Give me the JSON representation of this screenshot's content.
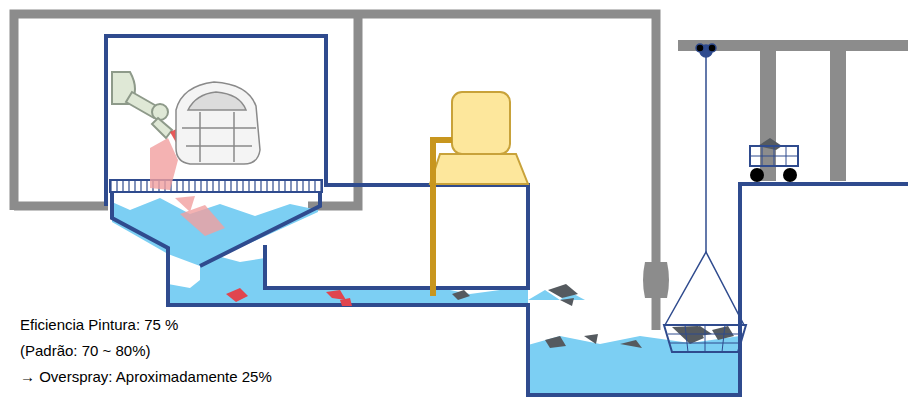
{
  "diagram": {
    "labels": [
      "Eficiencia Pintura: 75 %",
      "(Padrão: 70 ~ 80%)",
      "→ Overspray: Aproximadamente 25%"
    ]
  }
}
